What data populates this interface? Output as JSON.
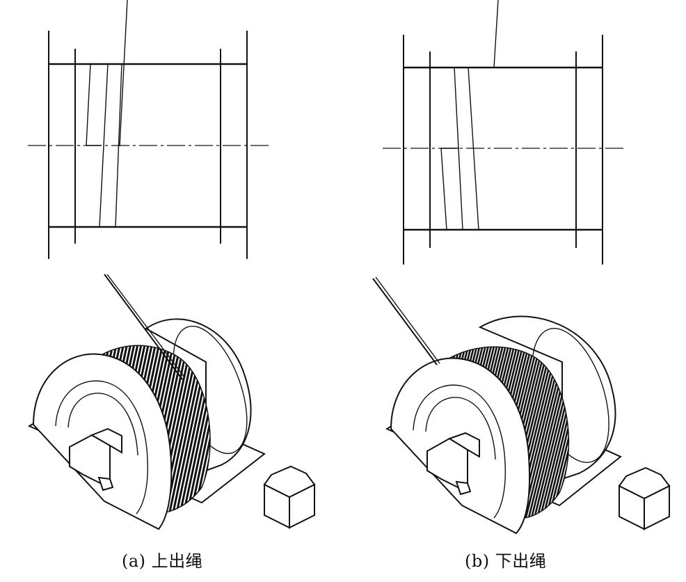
{
  "figure": {
    "panels": [
      {
        "id": "a",
        "caption": "(a) 上出绳"
      },
      {
        "id": "b",
        "caption": "(b) 下出绳"
      }
    ],
    "colors": {
      "ink": "#111111",
      "background": "#ffffff"
    }
  }
}
